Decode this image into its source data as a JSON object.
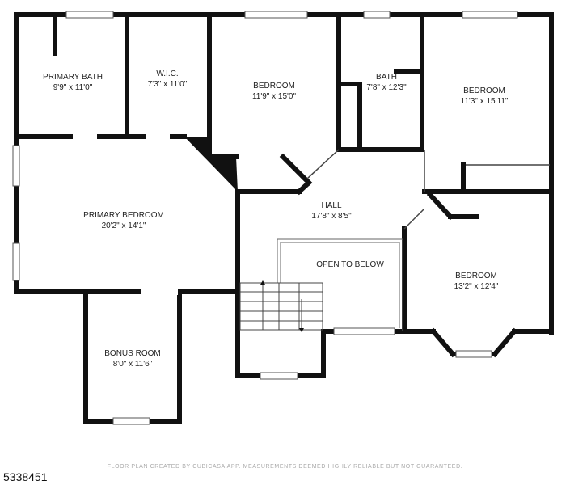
{
  "rooms": [
    {
      "key": "primary_bath",
      "name": "PRIMARY BATH",
      "dims": "9'9\" x 11'0\""
    },
    {
      "key": "wic",
      "name": "W.I.C.",
      "dims": "7'3\" x 11'0\""
    },
    {
      "key": "bedroom_1",
      "name": "BEDROOM",
      "dims": "11'9\" x 15'0\""
    },
    {
      "key": "bath",
      "name": "BATH",
      "dims": "7'8\" x 12'3\""
    },
    {
      "key": "bedroom_2",
      "name": "BEDROOM",
      "dims": "11'3\" x 15'11\""
    },
    {
      "key": "primary_bedroom",
      "name": "PRIMARY BEDROOM",
      "dims": "20'2\" x 14'1\""
    },
    {
      "key": "hall",
      "name": "HALL",
      "dims": "17'8\" x 8'5\""
    },
    {
      "key": "bedroom_3",
      "name": "BEDROOM",
      "dims": "13'2\" x 12'4\""
    },
    {
      "key": "bonus_room",
      "name": "BONUS ROOM",
      "dims": "8'0\" x 11'6\""
    }
  ],
  "open_to_below": "OPEN TO BELOW",
  "footer_note": "FLOOR PLAN CREATED BY CUBICASA APP. MEASUREMENTS DEEMED HIGHLY RELIABLE BUT NOT GUARANTEED.",
  "listing_id": "5338451"
}
